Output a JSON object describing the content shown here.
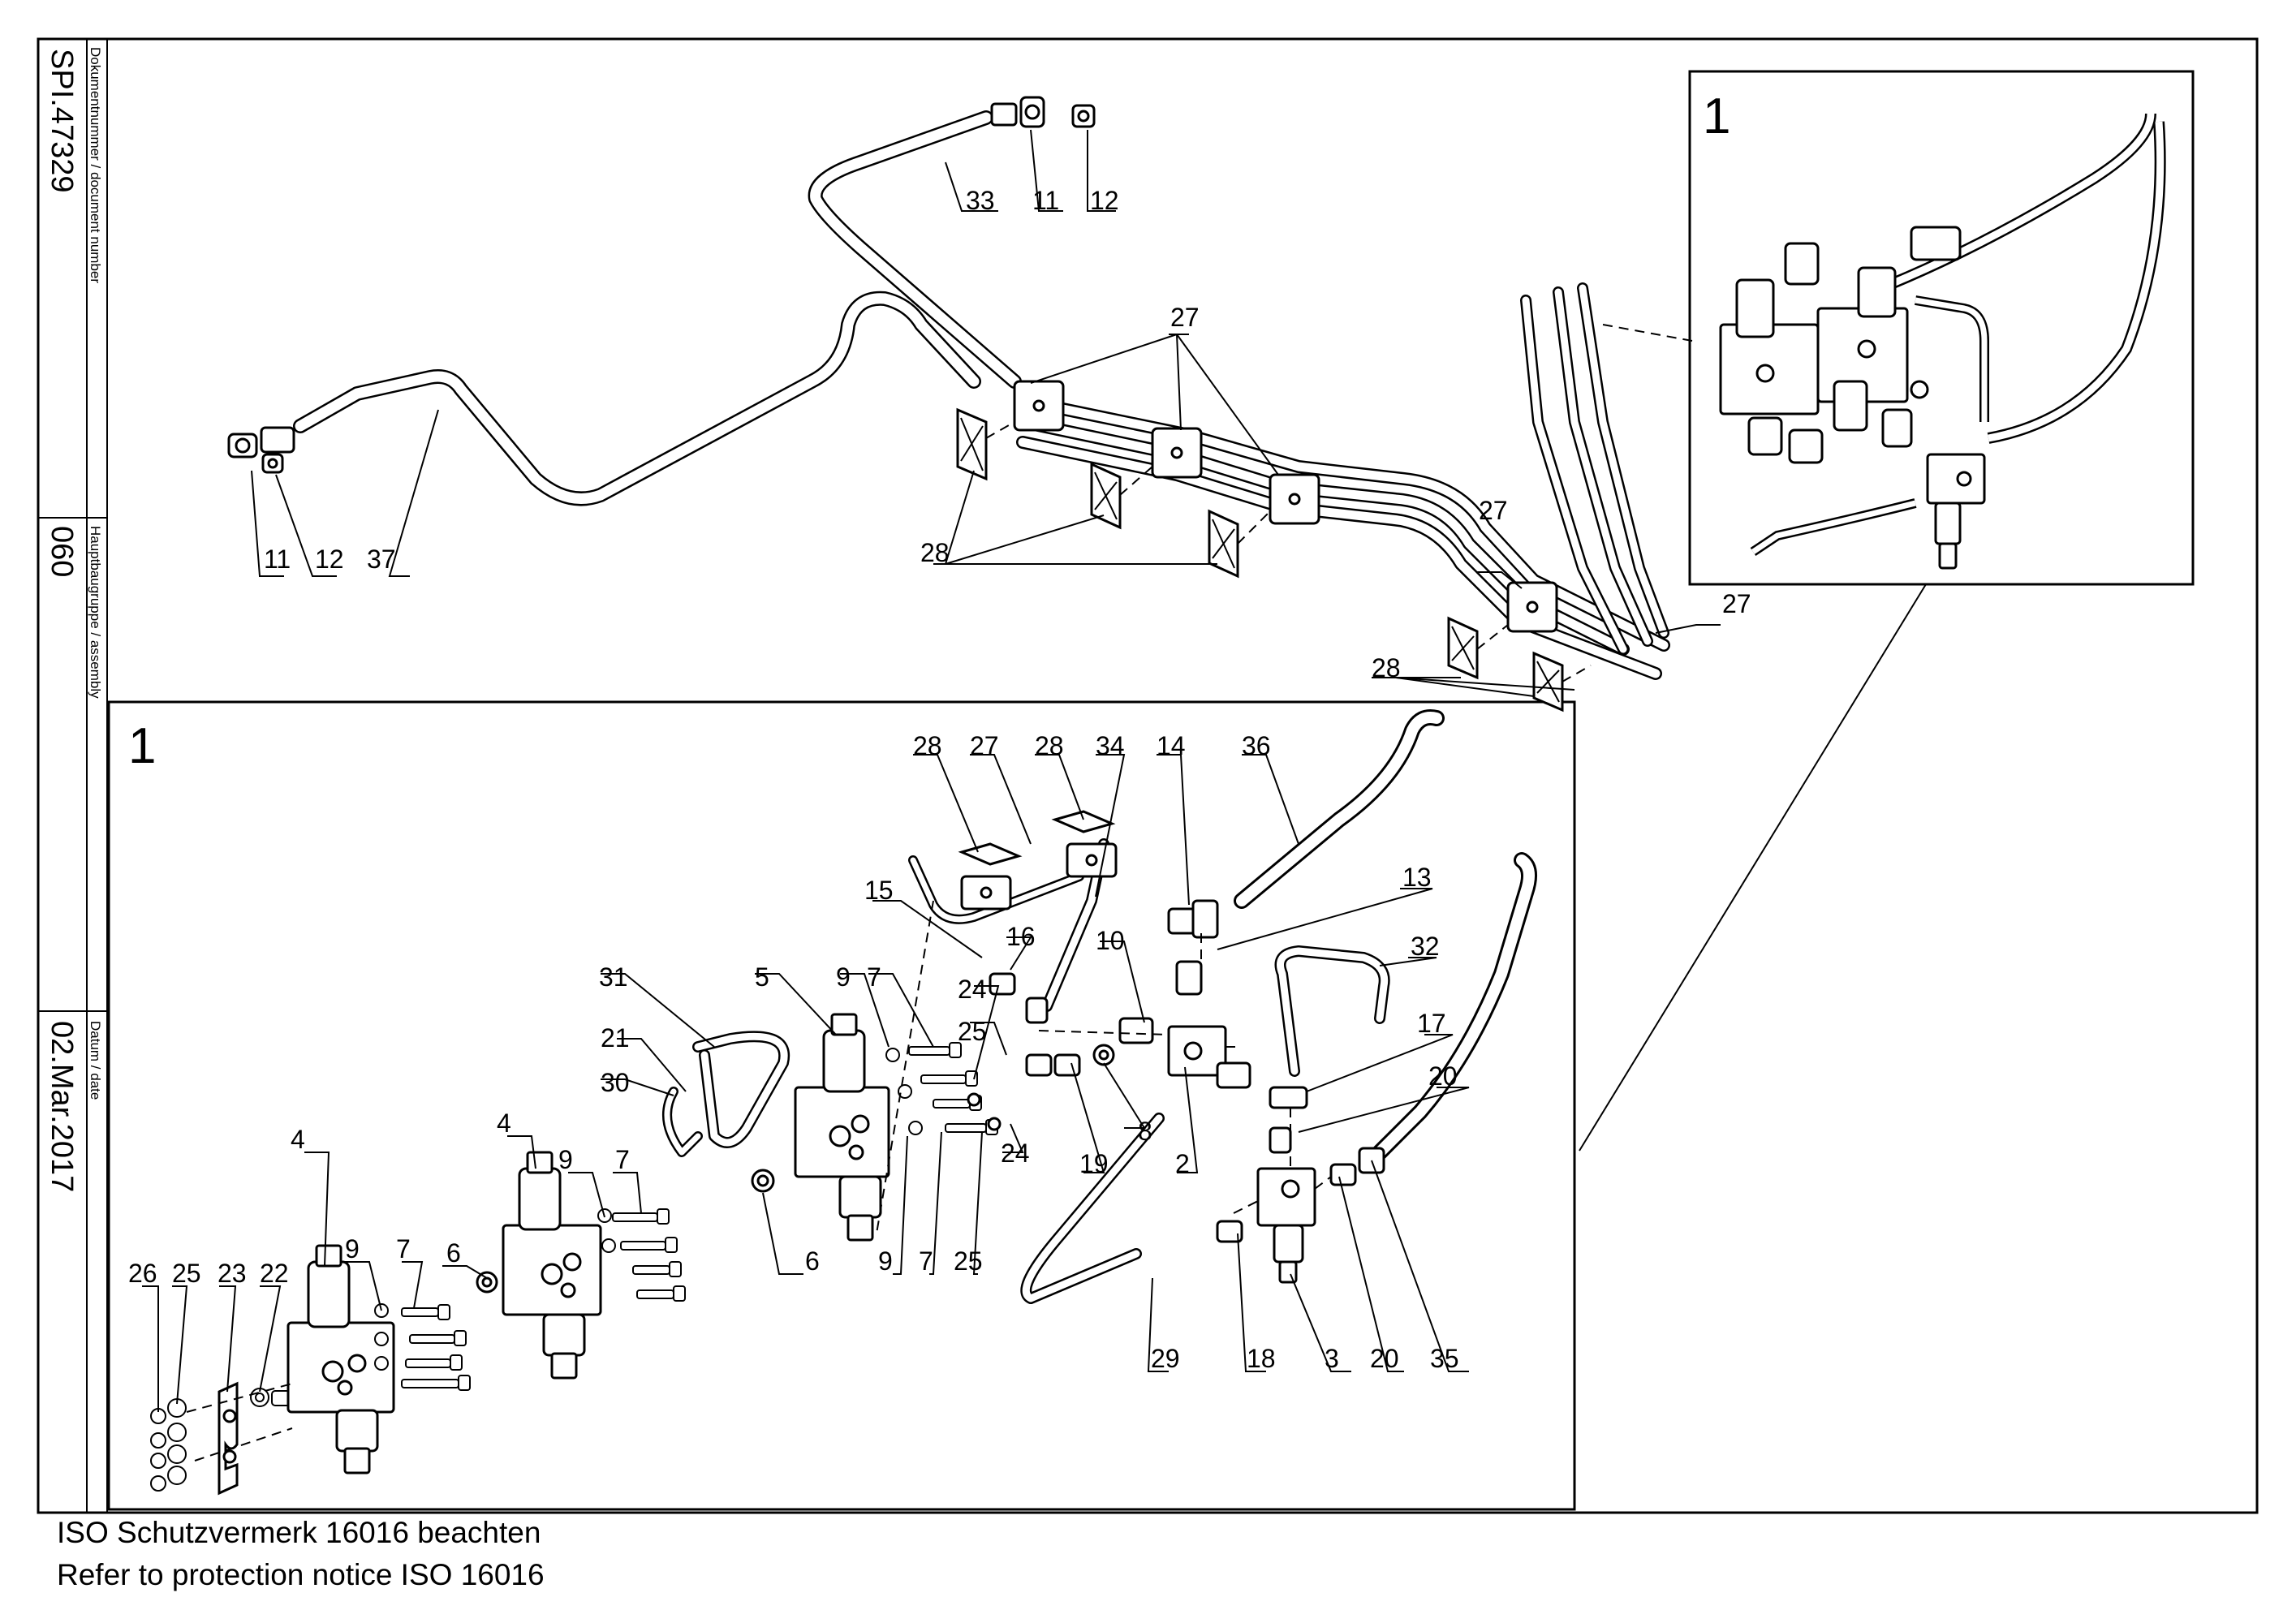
{
  "title_block": {
    "doc_number_label": "Dokumentnummer / document number",
    "doc_number": "SPI.47329",
    "assembly_label": "Hauptbaugruppe / assembly",
    "assembly": "060",
    "date_label": "Datum / date",
    "date": "02.Mar.2017"
  },
  "detail_markers": {
    "overview": "1",
    "exploded": "1"
  },
  "notice": {
    "de": "ISO Schutzvermerk 16016 beachten",
    "en": "Refer to protection notice ISO 16016"
  },
  "callouts": {
    "top": [
      "33",
      "11",
      "12",
      "11",
      "12",
      "37",
      "27",
      "28",
      "27",
      "27",
      "28"
    ],
    "detail_top": [
      "28",
      "27",
      "28",
      "34",
      "14",
      "36",
      "13",
      "32",
      "17",
      "20",
      "15",
      "16",
      "10",
      "31",
      "5",
      "9",
      "7",
      "24",
      "25",
      "21",
      "30",
      "8",
      "2",
      "19"
    ],
    "detail_bottom": [
      "24",
      "4",
      "4",
      "9",
      "7",
      "9",
      "7",
      "6",
      "26",
      "25",
      "23",
      "22",
      "6",
      "9",
      "7",
      "25",
      "29",
      "18",
      "3",
      "20",
      "35"
    ]
  }
}
